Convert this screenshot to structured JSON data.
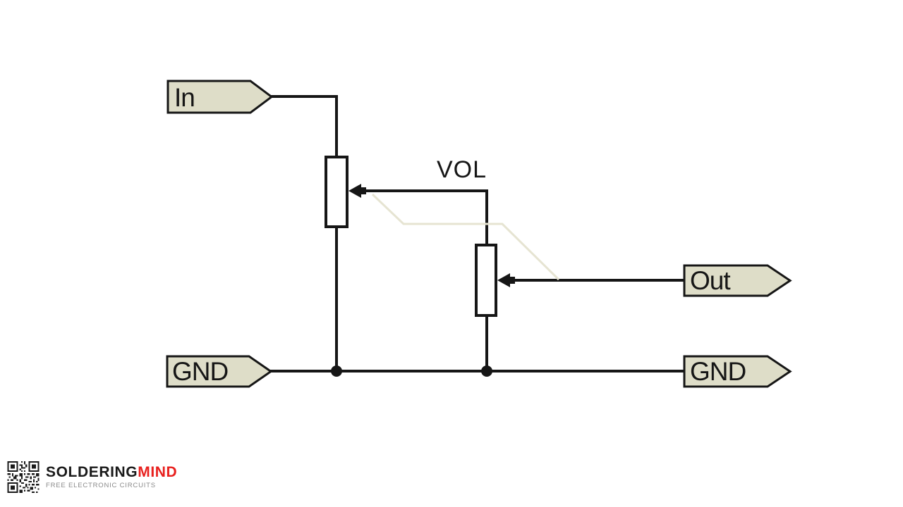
{
  "diagram": {
    "type": "circuit-schematic",
    "description": "Stereo volume control circuit using a dual-gang potentiometer",
    "component_label": "VOL",
    "terminals": [
      {
        "id": "in",
        "label": "In"
      },
      {
        "id": "gnd-left",
        "label": "GND"
      },
      {
        "id": "out",
        "label": "Out"
      },
      {
        "id": "gnd-right",
        "label": "GND"
      }
    ],
    "colors": {
      "wire": "#161616",
      "tag_fill": "#deddc8",
      "tag_border": "#161616",
      "gang_link": "#e6e4d2",
      "background": "#ffffff"
    }
  },
  "branding": {
    "name_primary": "SOLDERING",
    "name_secondary": "MIND",
    "tagline": "FREE ELECTRONIC CIRCUITS",
    "qr_icon": "qr-code",
    "colors": {
      "name_primary": "#1a1a1a",
      "name_secondary": "#e8201e",
      "tagline": "#8a8a8a"
    }
  }
}
